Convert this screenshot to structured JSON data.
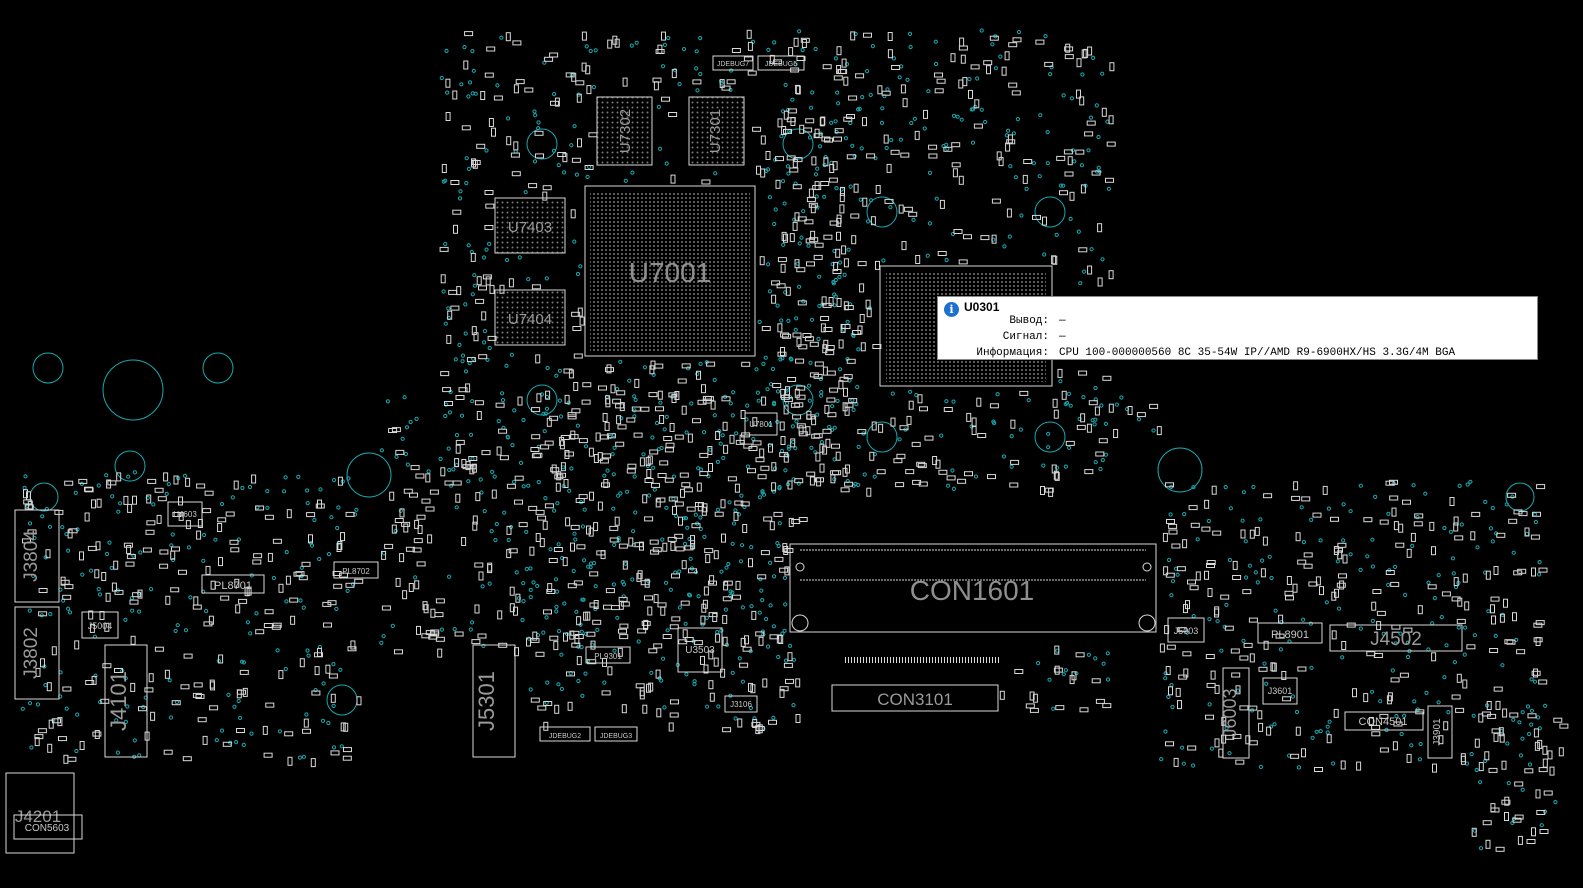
{
  "app": {
    "view": "boardview"
  },
  "board": {
    "trace_color": "#d9d9d9",
    "via_color": "#1aa8b0",
    "background": "#000000",
    "labels": {
      "u7001": "U7001",
      "u7403": "U7403",
      "u7404": "U7404",
      "u7302": "U7302",
      "u7301": "U7301",
      "con1601": "CON1601",
      "con3101": "CON3101",
      "j4101": "J4101",
      "j5301": "J5301",
      "j3804": "J3804",
      "j3802": "J3802",
      "j6003": "J6003",
      "j4502": "J4502",
      "j4201": "J4201",
      "con5603": "CON5603",
      "con4501": "CON4501",
      "u3503": "U3503",
      "j5004": "J5004",
      "j5003": "J5003",
      "j3601": "J3601",
      "j3901": "J3901",
      "j3106": "J3106",
      "u7801": "U7801",
      "u4603": "U4603",
      "pl8701": "PL8701",
      "pl8901": "PL8901",
      "pl8702": "PL8702",
      "pl9301": "PL9301",
      "jdebug2": "JDEBUG2",
      "jdebug3": "JDEBUG3",
      "jdebug5": "JDEBUG5",
      "jdebug7": "JDEBUG7"
    }
  },
  "tooltip": {
    "icon": "info-icon",
    "title": "U0301",
    "rows": [
      {
        "label": "Вывод:",
        "value": "—"
      },
      {
        "label": "Сигнал:",
        "value": "—"
      },
      {
        "label": "Информация:",
        "value": "CPU 100-000000560 8C 35-54W IP//AMD R9-6900HX/HS 3.3G/4M BGA"
      }
    ]
  }
}
